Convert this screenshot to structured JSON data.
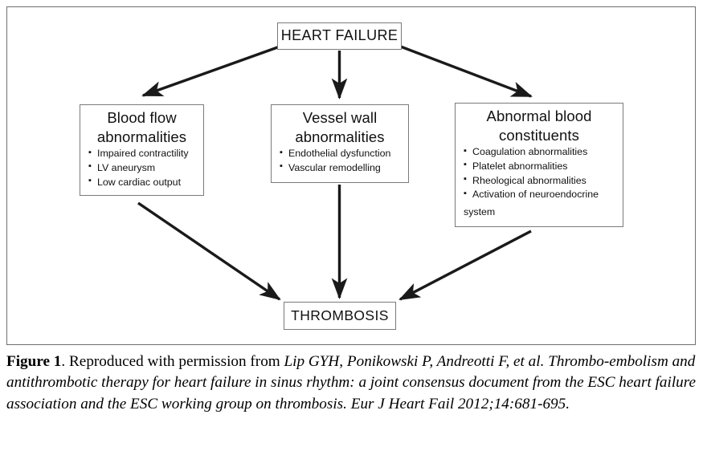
{
  "figure": {
    "frame_border_color": "#6f6f6f",
    "box_border_color": "#7a7a7a",
    "arrow_color": "#1a1a1a",
    "nodes": {
      "heart_failure": {
        "title": "HEART FAILURE"
      },
      "blood_flow": {
        "title_line1": "Blood flow",
        "title_line2": "abnormalities",
        "bullets": [
          "Impaired contractility",
          "LV aneurysm",
          "Low cardiac output"
        ]
      },
      "vessel_wall": {
        "title_line1": "Vessel wall",
        "title_line2": "abnormalities",
        "bullets": [
          "Endothelial dysfunction",
          "Vascular remodelling"
        ]
      },
      "abnormal_blood": {
        "title_line1": "Abnormal blood",
        "title_line2": "constituents",
        "bullets": [
          "Coagulation abnormalities",
          "Platelet abnormalities",
          "Rheological abnormalities",
          "Activation of neuroendocrine"
        ],
        "bullet_continuation": "system"
      },
      "thrombosis": {
        "title": "THROMBOSIS"
      }
    }
  },
  "caption": {
    "figure_label": "Figure 1",
    "text_after_label": ". Reproduced with permission from ",
    "citation_authors": "Lip GYH, Ponikowski P, Andreotti F, et al.",
    "citation_title": " Thrombo-embolism and antithrombotic therapy for heart failure in sinus rhythm: a joint consensus document from the ESC heart failure association and the ESC working group on thrombosis.",
    "citation_source": " Eur J Heart Fail 2012;14:681-695."
  }
}
